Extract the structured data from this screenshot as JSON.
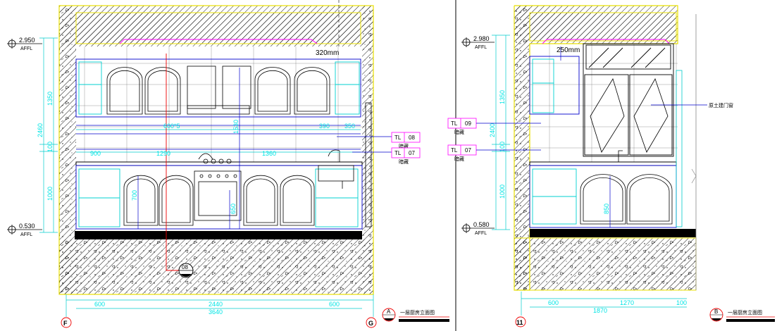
{
  "elevation_a": {
    "level_top": "2.950",
    "level_top_sub": "AFFL",
    "level_bottom": "0.530",
    "level_bottom_sub": "AFFL",
    "dim_height_total": "2460",
    "dim_upper": "1350",
    "dim_mid": "100",
    "dim_lower": "1000",
    "dim_wall_span": "1530",
    "dim_tile": "600*5",
    "dim_r1": "390",
    "dim_r2": "350",
    "dim_seg1": "900",
    "dim_seg2": "1290",
    "dim_seg3": "1360",
    "dim_oven_h": "700",
    "dim_base_h": "650",
    "dim_ceiling_gap": "320mm",
    "tag_tl_top": "TL",
    "tag_tl_top_no": "08",
    "tag_tl_top_note": "暗藏",
    "tag_tl_bot": "TL",
    "tag_tl_bot_no": "07",
    "tag_tl_bot_note": "暗藏",
    "section_no": "08",
    "bottom_dims": [
      "600",
      "2440",
      "600"
    ],
    "bottom_total": "3640",
    "axis_left": "F",
    "axis_right": "G",
    "title_letter": "A",
    "title_text": "一层厨房立面图"
  },
  "elevation_b": {
    "level_top": "2.980",
    "level_top_sub": "AFFL",
    "level_bottom": "0.580",
    "level_bottom_sub": "AFFL",
    "dim_height_total": "2400",
    "dim_upper": "1350",
    "dim_mid": "100",
    "dim_lower": "1000",
    "dim_base_h": "850",
    "dim_ceiling_gap": "250mm",
    "tag_tl_top": "TL",
    "tag_tl_top_no": "09",
    "tag_tl_top_note": "暗藏",
    "tag_tl_bot": "TL",
    "tag_tl_bot_no": "07",
    "tag_tl_bot_note": "暗藏",
    "note_door": "原土建门窗",
    "bottom_dims": [
      "600",
      "1270",
      "100"
    ],
    "bottom_total": "1870",
    "axis_left": "11",
    "title_letter": "B",
    "title_text": "一层厨房立面图"
  }
}
